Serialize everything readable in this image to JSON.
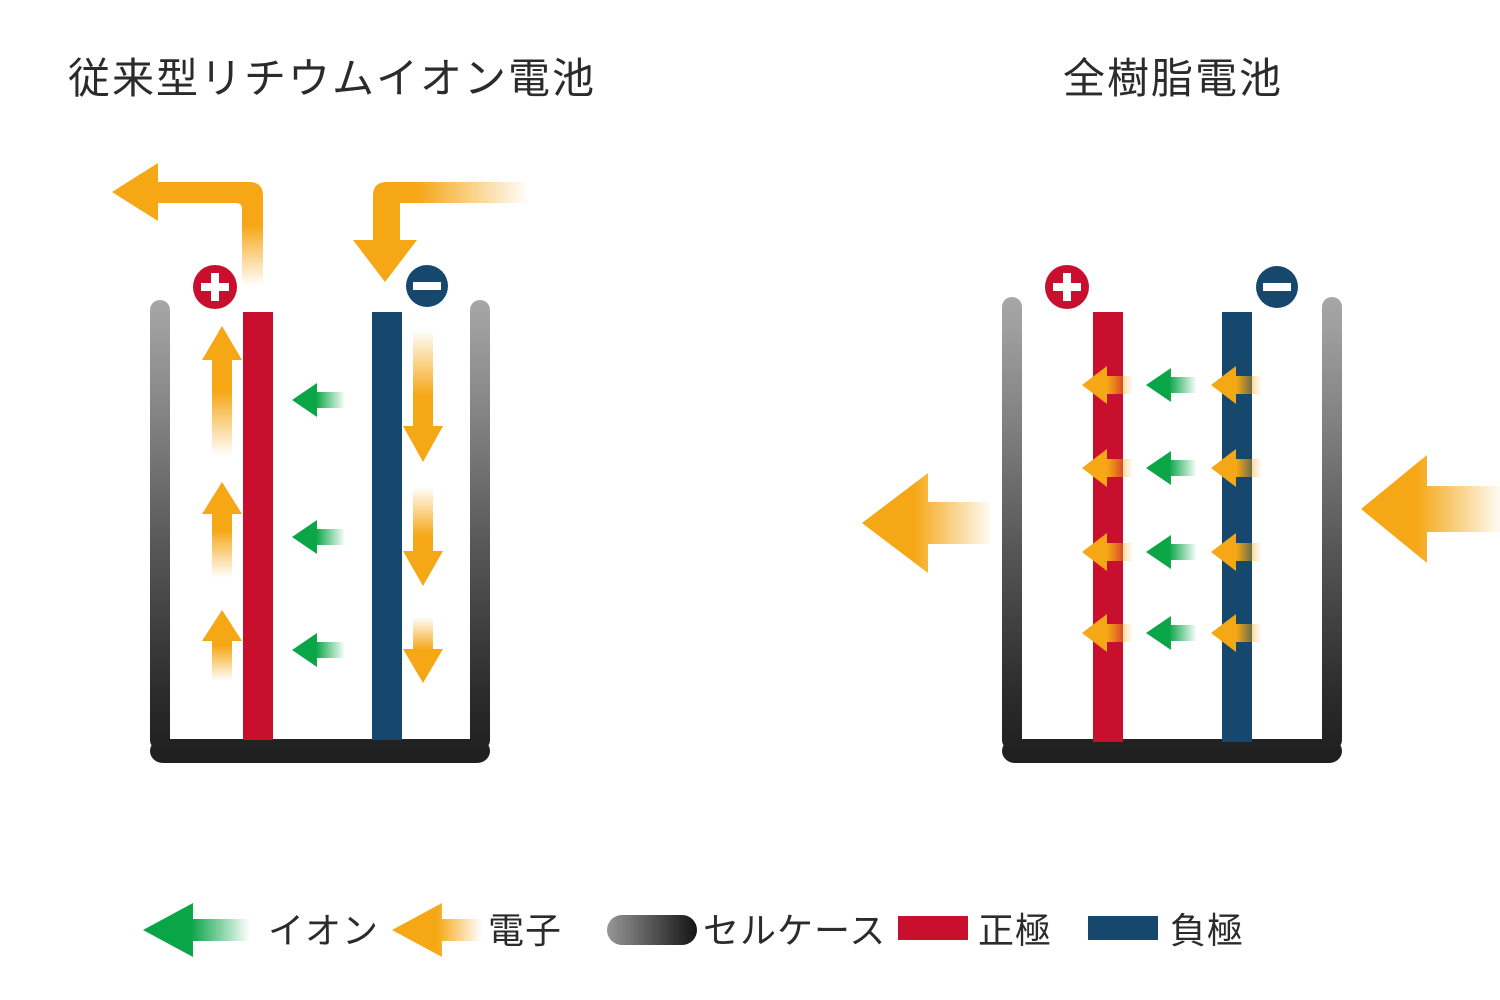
{
  "titles": {
    "left": "従来型リチウムイオン電池",
    "right": "全樹脂電池"
  },
  "legend": {
    "items": [
      {
        "id": "ion",
        "label": "イオン",
        "swatch": "green-arrow"
      },
      {
        "id": "electron",
        "label": "電子",
        "swatch": "yellow-arrow"
      },
      {
        "id": "cell-case",
        "label": "セルケース",
        "swatch": "gray-pill"
      },
      {
        "id": "positive",
        "label": "正極",
        "swatch": "red-bar"
      },
      {
        "id": "negative",
        "label": "負極",
        "swatch": "navy-bar"
      }
    ]
  },
  "colors": {
    "positive_red": "#C8102E",
    "negative_navy": "#15486C",
    "electron_yellow": "#F5A716",
    "ion_green": "#0AA546",
    "case_gray_light": "#A6A6A6",
    "case_gray_dark": "#1E1E1E",
    "text": "#2B2B2B",
    "background": "#FFFFFF"
  }
}
